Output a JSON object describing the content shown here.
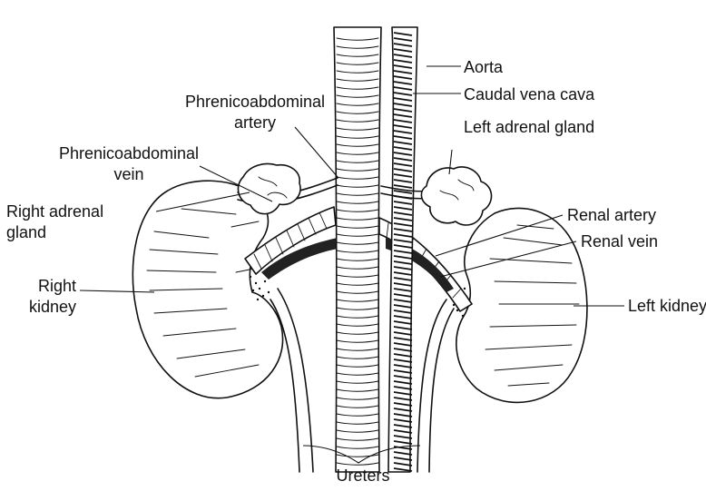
{
  "labels": {
    "aorta": "Aorta",
    "caudal_vena_cava": "Caudal vena cava",
    "phrenicoabdominal_artery_1": "Phrenicoabdominal",
    "phrenicoabdominal_artery_2": "artery",
    "phrenicoabdominal_vein_1": "Phrenicoabdominal",
    "phrenicoabdominal_vein_2": "vein",
    "right_adrenal_gland_1": "Right adrenal",
    "right_adrenal_gland_2": "gland",
    "left_adrenal_gland": "Left adrenal gland",
    "renal_artery": "Renal artery",
    "renal_vein": "Renal vein",
    "right_kidney_1": "Right",
    "right_kidney_2": "kidney",
    "left_kidney": "Left kidney",
    "ureters": "Ureters"
  }
}
